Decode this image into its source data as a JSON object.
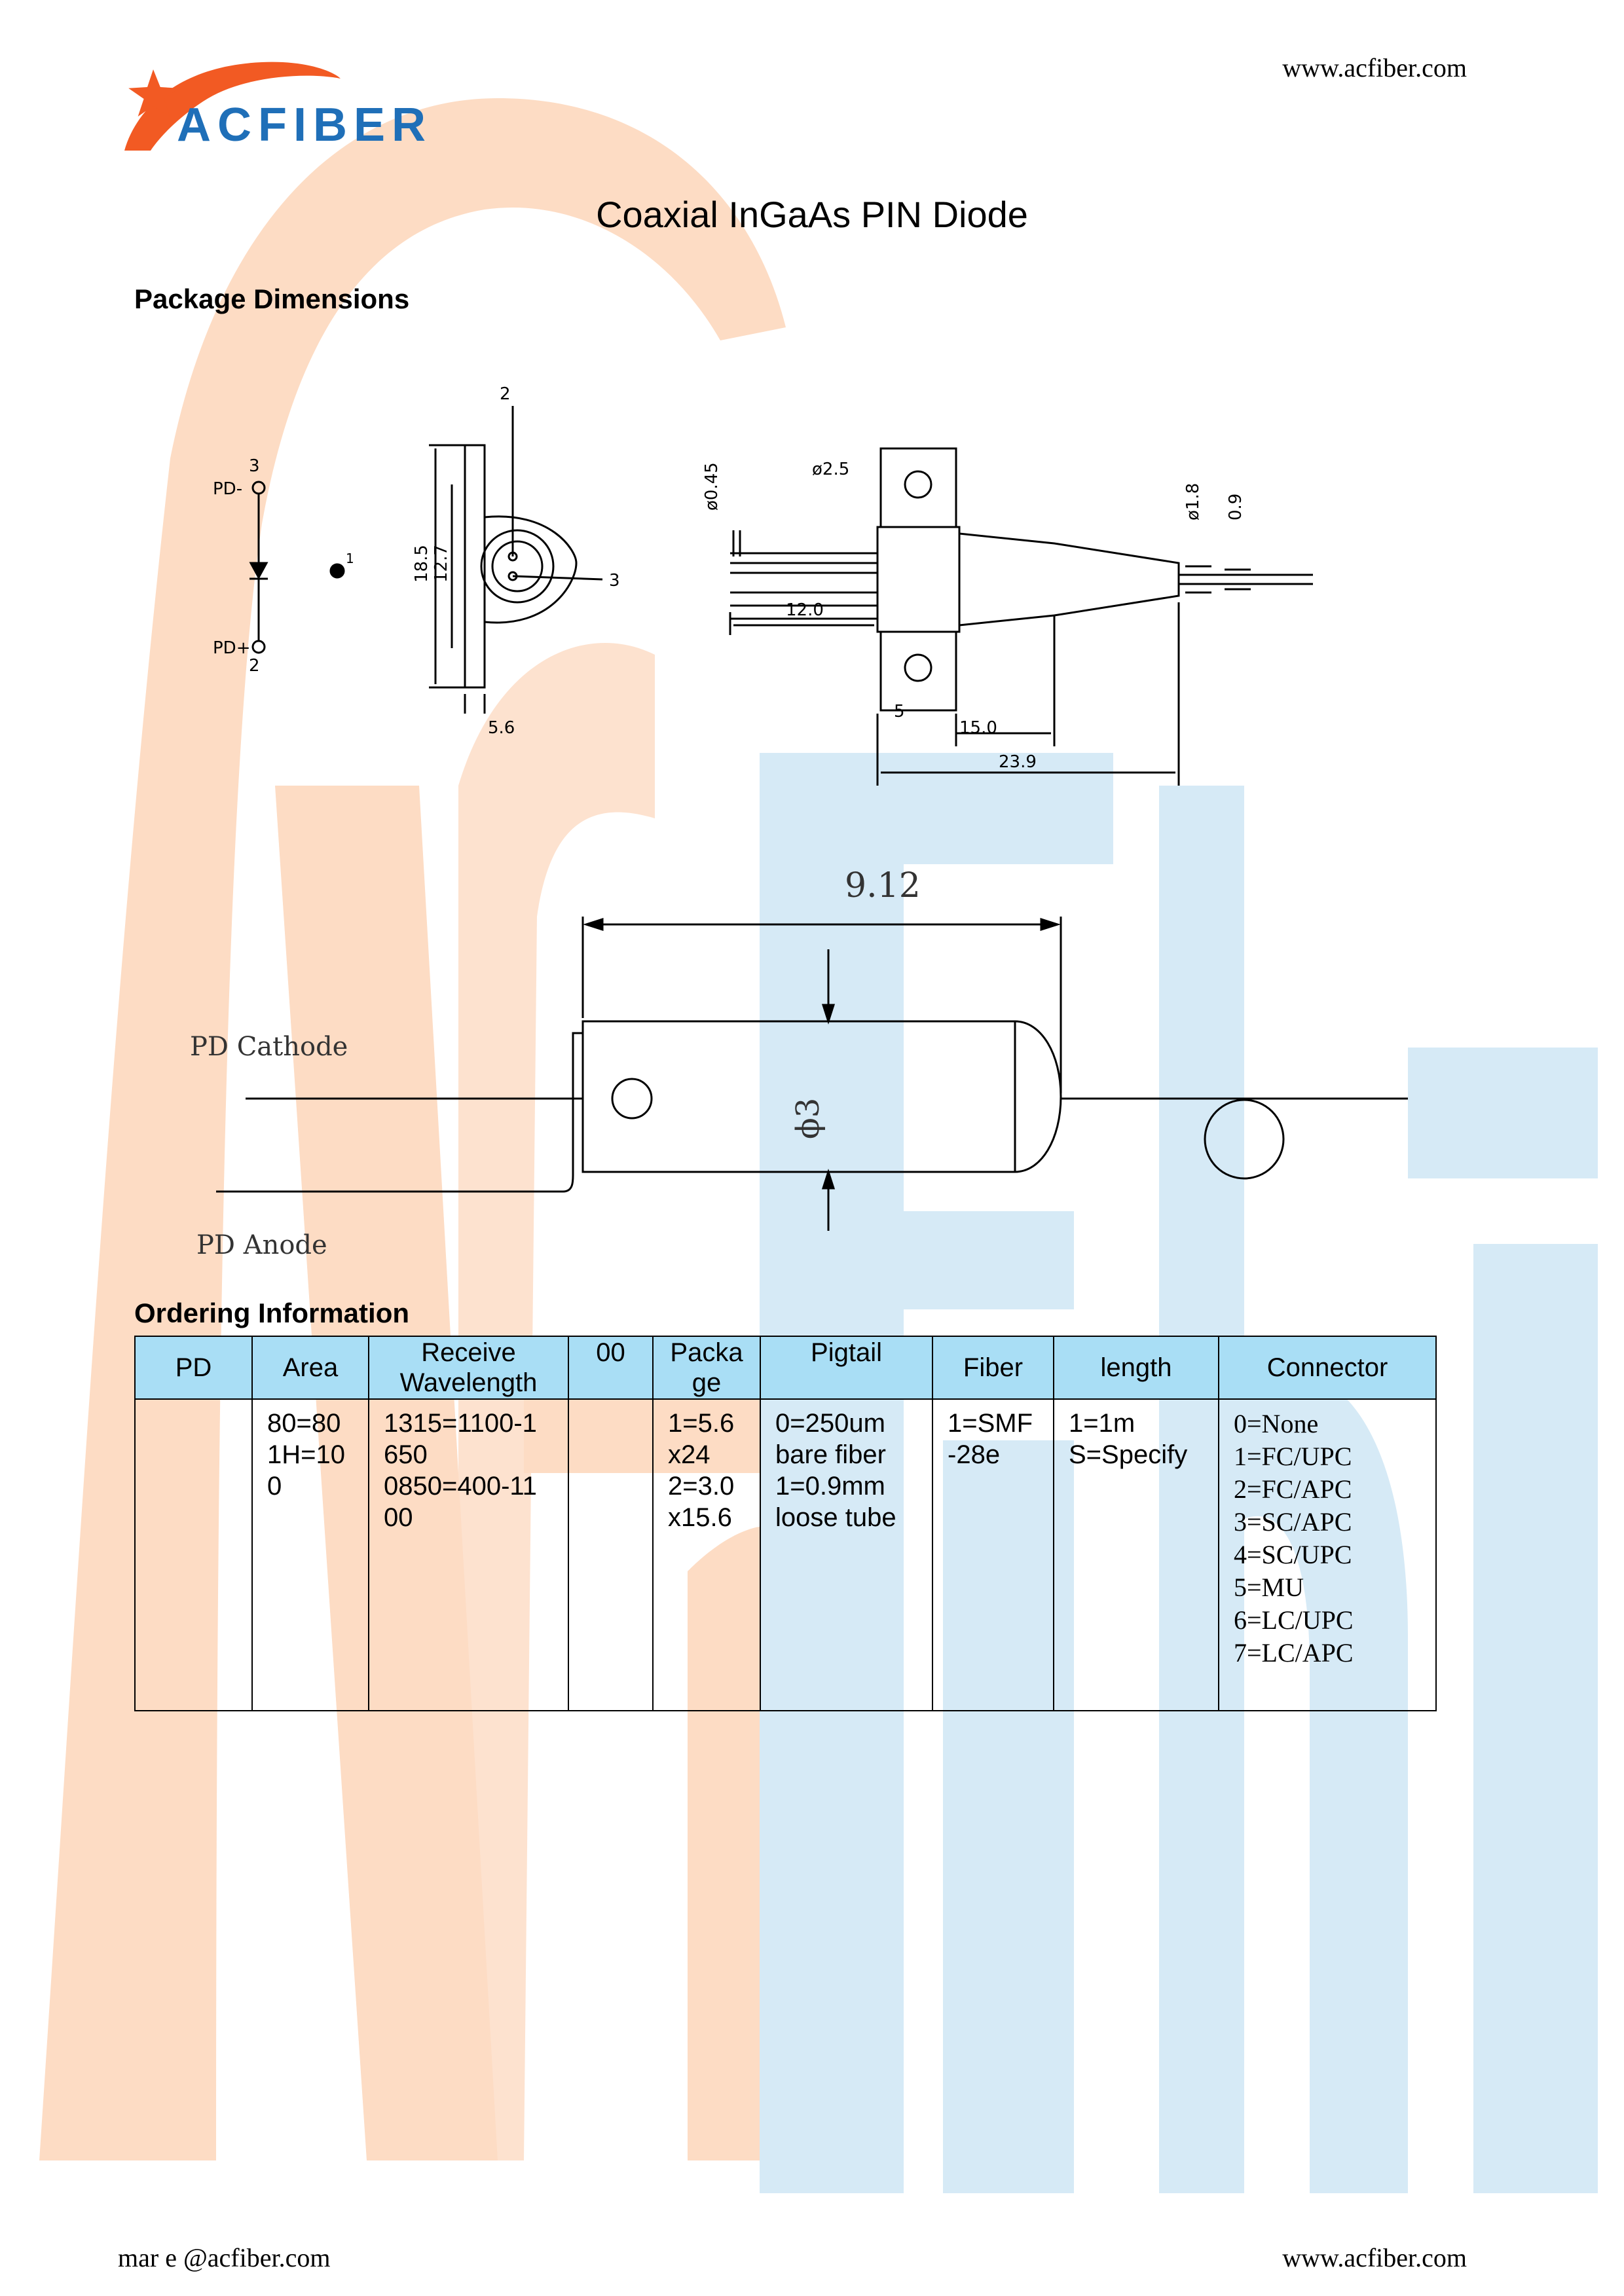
{
  "header": {
    "website": "www.acfiber.com",
    "brand": "ACFIBER"
  },
  "watermark": {
    "text": "AcFiber",
    "colors": [
      "#fcd2b6",
      "#cfe6f4"
    ]
  },
  "document": {
    "title": "Coaxial InGaAs PIN Diode"
  },
  "package_dimensions": {
    "heading": "Package Dimensions",
    "schematic": {
      "pd_minus": "PD-",
      "pd_plus": "PD+",
      "pin3": "3",
      "pin2": "2",
      "pin1": "1"
    },
    "front_view": {
      "pin2": "2",
      "pin3": "3",
      "dim_height": "18.5",
      "dim_inner": "12.7",
      "dim_width": "5.6"
    },
    "side_view": {
      "lead_dia": "ø0.45",
      "hole_dia": "ø2.5",
      "tube_dia": "ø1.8",
      "fiber": "0.9",
      "lead_len": "12.0",
      "dim_5": "5",
      "dim_body": "15.0",
      "dim_total": "23.9"
    },
    "tube_view": {
      "length": "9.12",
      "diameter": "ϕ3",
      "cathode": "PD Cathode",
      "anode": "PD Anode"
    }
  },
  "ordering": {
    "heading": "Ordering Information",
    "columns": [
      "PD",
      "Area",
      "Receive Wavelength",
      "00",
      "Package",
      "Pigtail",
      "Fiber",
      "length",
      "Connector"
    ],
    "header_display": [
      [
        "PD"
      ],
      [
        "Area"
      ],
      [
        "Receive",
        "Wavelength"
      ],
      [
        "00"
      ],
      [
        "Packa",
        "ge"
      ],
      [
        "Pigtail"
      ],
      [
        "Fiber"
      ],
      [
        "length"
      ],
      [
        "Connector"
      ]
    ],
    "cells": [
      [],
      [
        "80=80",
        "1H=10",
        "0"
      ],
      [
        "1315=1100-1",
        "650",
        "0850=400-11",
        "00"
      ],
      [],
      [
        "1=5.6",
        "x24",
        "2=3.0",
        "x15.6"
      ],
      [
        "0=250um",
        "bare fiber",
        "1=0.9mm",
        "loose tube"
      ],
      [
        "1=SMF",
        "-28e"
      ],
      [
        "1=1m",
        "S=Specify"
      ],
      [
        "0=None",
        "1=FC/UPC",
        "2=FC/APC",
        "3=SC/APC",
        "4=SC/UPC",
        "5=MU",
        "6=LC/UPC",
        "7=LC/APC"
      ]
    ]
  },
  "footer": {
    "email": "mar  e @acfiber.com",
    "website": "www.acfiber.com"
  }
}
